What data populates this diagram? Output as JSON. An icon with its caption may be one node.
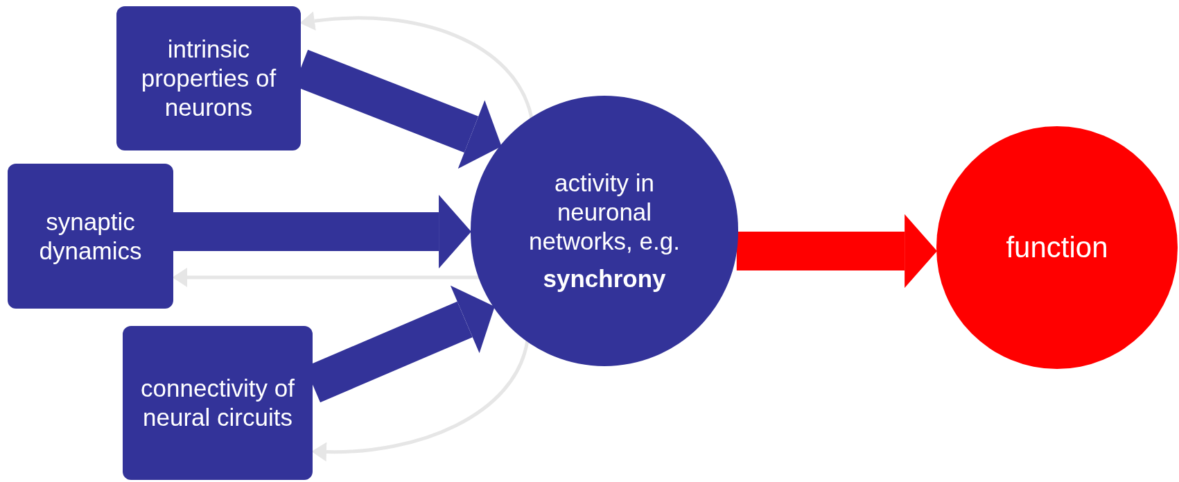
{
  "diagram": {
    "nodes": [
      {
        "text": [
          "intrinsic properties of neurons"
        ]
      },
      {
        "text": [
          "synaptic dynamics"
        ]
      },
      {
        "text": [
          "connectivity of neural circuits"
        ]
      },
      {
        "text": [
          "activity in neuronal networks, e.g.",
          "synchrony"
        ]
      },
      {
        "text": [
          "function"
        ]
      }
    ],
    "edges": [
      {
        "from": 0,
        "to": 3,
        "arrow": "to",
        "color": "#333399"
      },
      {
        "from": 1,
        "to": 3,
        "arrow": "to",
        "color": "#333399"
      },
      {
        "from": 2,
        "to": 3,
        "arrow": "to",
        "color": "#333399"
      },
      {
        "from": 3,
        "to": 4,
        "arrow": "to",
        "color": "#ff0000"
      },
      {
        "from": 3,
        "to": 0,
        "arrow": "to",
        "color": "#e6e6e6"
      },
      {
        "from": 3,
        "to": 1,
        "arrow": "to",
        "color": "#e6e6e6"
      },
      {
        "from": 3,
        "to": 2,
        "arrow": "to",
        "color": "#e6e6e6"
      }
    ]
  }
}
